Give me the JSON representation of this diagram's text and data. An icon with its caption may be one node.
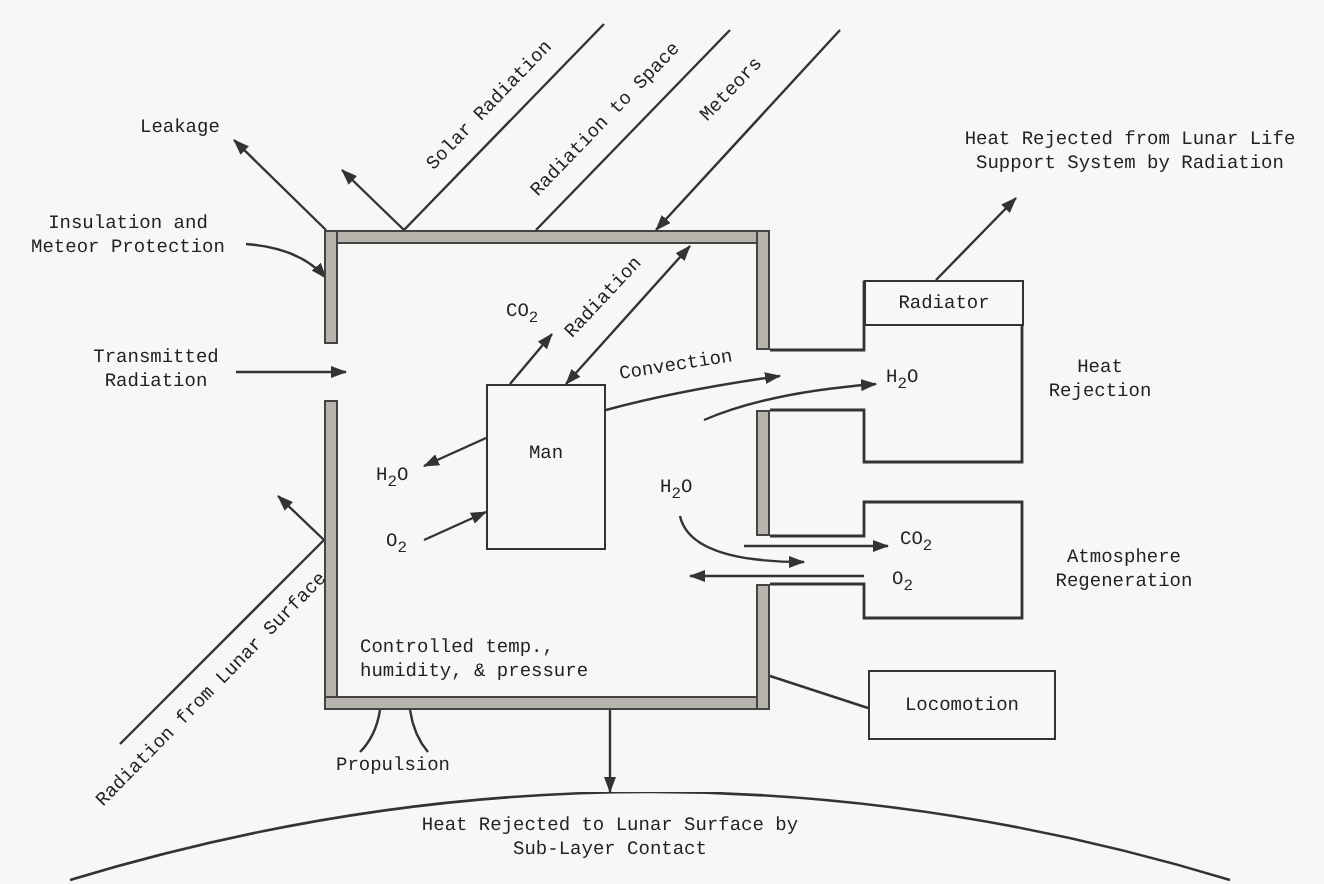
{
  "diagram": {
    "nodes": [
      {
        "text": [
          "Insulation and Meteor Protection"
        ]
      },
      {
        "text": [
          "Controlled temp., humidity, & pressure"
        ]
      },
      {
        "text": [
          "Man"
        ],
        "in": 1
      },
      {
        "text": [],
        "shape": "box",
        "beside": [
          "Heat Rejection"
        ]
      },
      {
        "text": [
          "Radiator"
        ],
        "in": 3
      },
      {
        "text": [],
        "shape": "box",
        "beside": [
          "Atmosphere Regeneration"
        ]
      },
      {
        "text": [
          "Locomotion"
        ]
      },
      {
        "text": [],
        "shape": "arc"
      }
    ],
    "edges": [
      {
        "from": 0,
        "to": 1,
        "arrow": "to"
      },
      {
        "from": 1,
        "to": null,
        "arrow": "to",
        "label": "Leakage"
      },
      {
        "from": null,
        "to": 1,
        "arrow": "none",
        "label": "Solar Radiation"
      },
      {
        "from": 1,
        "to": null,
        "arrow": "to"
      },
      {
        "from": 1,
        "to": null,
        "arrow": "none",
        "label": "Radiation to Space"
      },
      {
        "from": null,
        "to": 1,
        "arrow": "to",
        "label": "Meteors"
      },
      {
        "from": null,
        "to": 1,
        "arrow": "to",
        "label": "Transmitted Radiation"
      },
      {
        "from": 2,
        "to": 1,
        "arrow": "both",
        "label": "Radiation"
      },
      {
        "from": 2,
        "to": null,
        "arrow": "to",
        "label": "CO$_{2}$"
      },
      {
        "from": 2,
        "to": null,
        "arrow": "to",
        "label": "H$_{2}$O"
      },
      {
        "from": null,
        "to": 2,
        "arrow": "to",
        "label": "O$_{2}$"
      },
      {
        "from": 2,
        "to": 3,
        "arrow": "to",
        "label": "Convection"
      },
      {
        "from": null,
        "to": 3,
        "arrow": "to",
        "label": "H$_{2}$O"
      },
      {
        "from": null,
        "to": 5,
        "arrow": "to",
        "label": "H$_{2}$O"
      },
      {
        "from": null,
        "to": 5,
        "arrow": "to",
        "label": "CO$_{2}$"
      },
      {
        "from": 5,
        "to": null,
        "arrow": "to",
        "label": "O$_{2}$"
      },
      {
        "from": 1,
        "to": 6,
        "arrow": "none"
      },
      {
        "from": 4,
        "to": null,
        "arrow": "to",
        "label": "Heat Rejected from Lunar Life Support System by Radiation"
      },
      {
        "from": null,
        "to": 1,
        "arrow": "none",
        "label": "Radiation from Lunar Surface"
      },
      {
        "from": 1,
        "to": null,
        "arrow": "to"
      },
      {
        "from": 1,
        "to": 7,
        "arrow": "to",
        "label": "Heat Rejected to Lunar Surface by Sub-Layer Contact"
      }
    ],
    "labels": [
      "Propulsion"
    ]
  }
}
